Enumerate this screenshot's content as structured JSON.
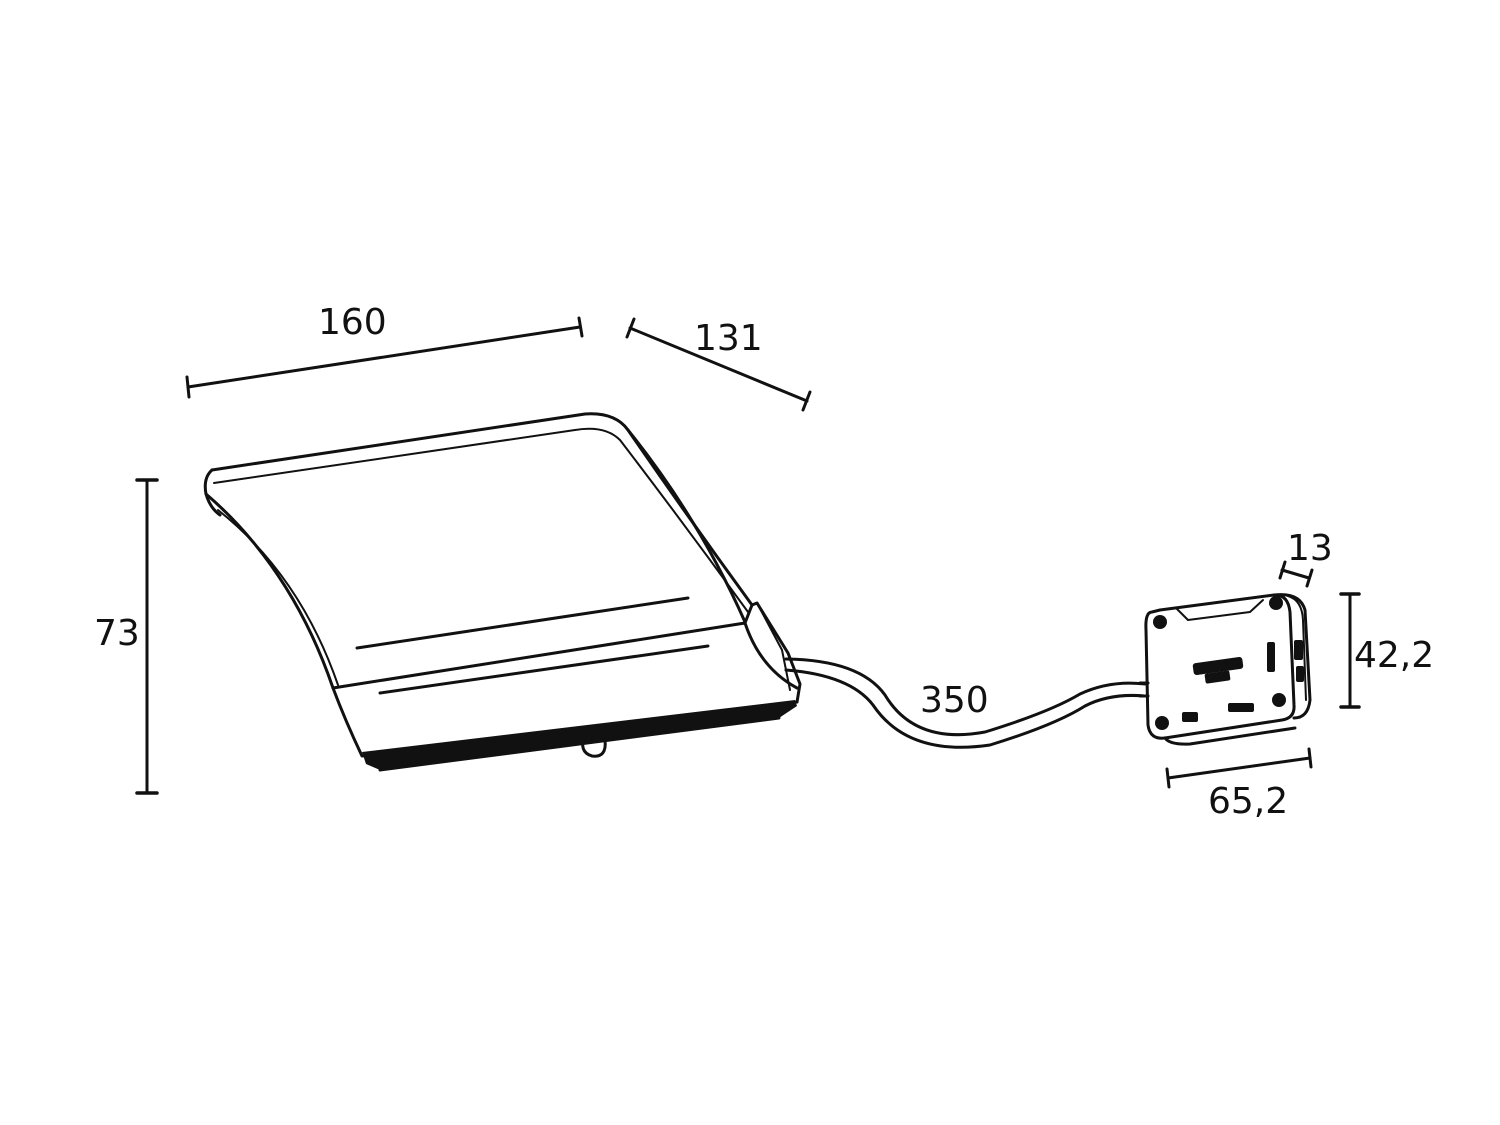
{
  "dimensions": {
    "width_top": "160",
    "depth_top": "131",
    "height_left": "73",
    "cable_length": "350",
    "box_thickness": "13",
    "box_height": "42,2",
    "box_width": "65,2"
  }
}
